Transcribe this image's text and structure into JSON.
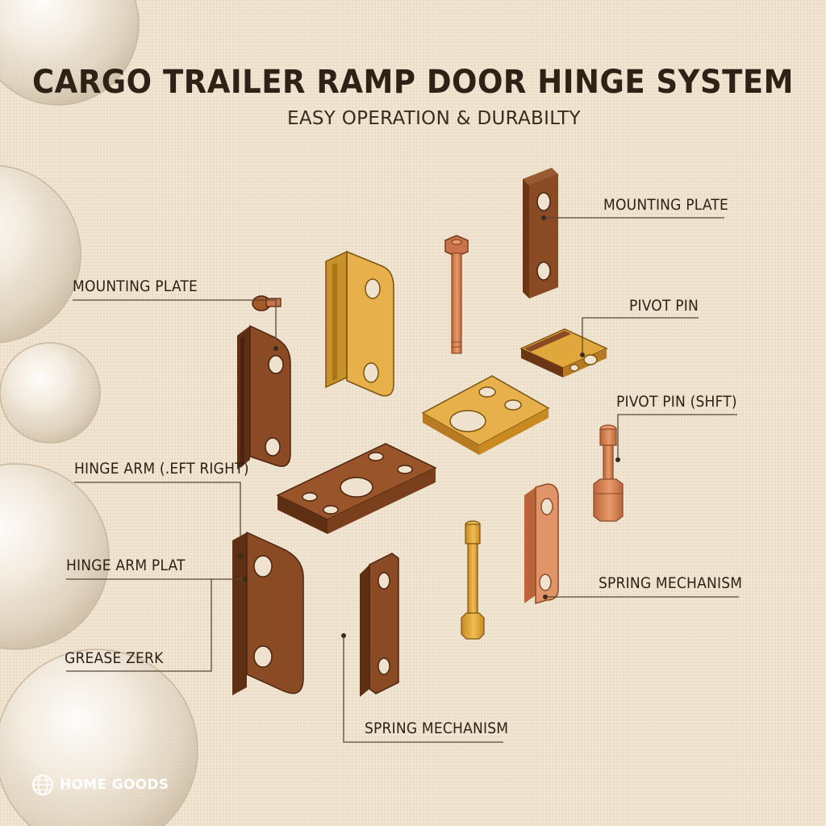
{
  "header": {
    "title": "CARGO TRAILER RAMP DOOR HINGE SYSTEM",
    "subtitle": "EASY OPERATION & DURABILTY"
  },
  "callouts": {
    "mounting_plate_right": "MOUNTING PLATE",
    "pivot_pin_right": "PIVOT PIN",
    "pivot_pin_shaft": "PIVOT PIN (SHFT)",
    "spring_mechanism_right": "SPRING MECHANISM",
    "mounting_plate_left": "MOUNTING PLATE",
    "hinge_arm_left_right": "HINGE ARM (.EFT RIGHT)",
    "hinge_arm_plat": "HINGE ARM PLAT",
    "grease_zerk": "GREASE ZERK",
    "spring_mechanism_bottom": "SPRING MECHANISM"
  },
  "brand": {
    "name": "HOME GOODS",
    "icon": "globe-icon"
  },
  "colors": {
    "background": "#efe3cf",
    "text": "#2e2116",
    "dark_brown": "#8a4a24",
    "mid_brown": "#a55a2a",
    "gold": "#e0a83c",
    "copper": "#d9865a",
    "leader": "#5a4636"
  }
}
